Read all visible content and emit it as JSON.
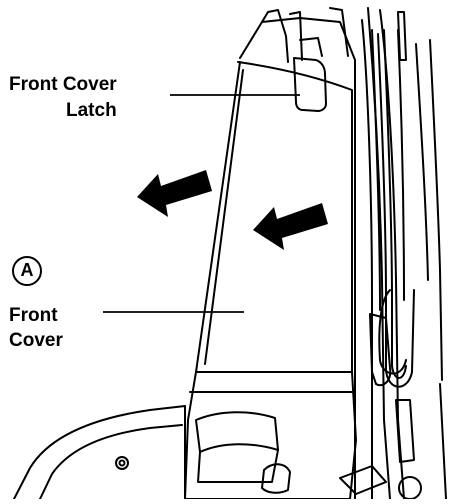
{
  "labels": {
    "latch_line1": "Front Cover",
    "latch_line2": "Latch",
    "badge": "A",
    "cover_line1": "Front",
    "cover_line2": "Cover"
  },
  "colors": {
    "ink": "#000000",
    "paper": "#ffffff"
  }
}
